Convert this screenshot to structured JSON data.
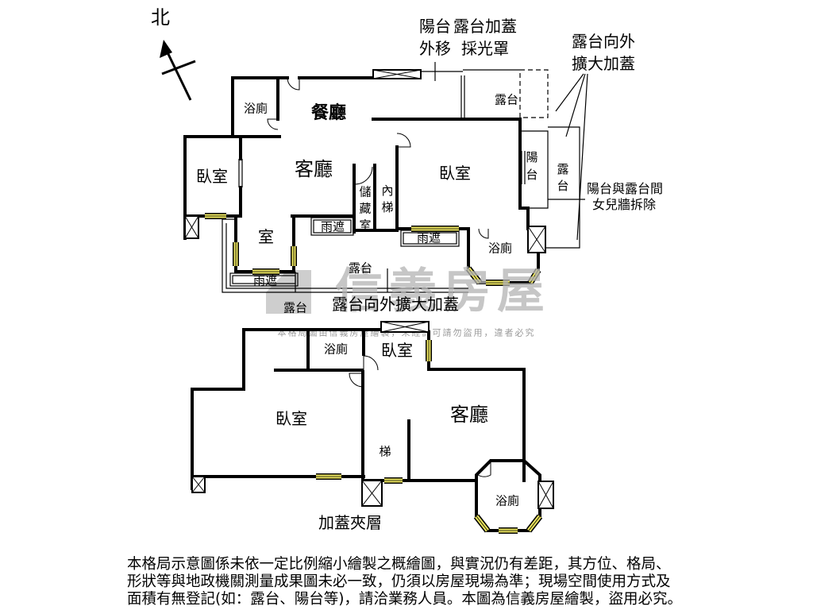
{
  "north": "北",
  "callouts": {
    "balcony_moved": [
      "陽台",
      "外移"
    ],
    "terrace_skylight": [
      "露台加蓋",
      "採光罩"
    ],
    "terrace_extended": [
      "露台向外",
      "擴大加蓋"
    ],
    "parapet_removed": [
      "陽台與露台間",
      "女兒牆拆除"
    ]
  },
  "upper_floor": {
    "bathroom_nw": "浴廁",
    "dining": "餐廳",
    "terrace_top": "露台",
    "balcony_east": "陽台",
    "terrace_east": "露台",
    "bedroom_west": "臥室",
    "living": "客廳",
    "storage": "儲藏室",
    "inner_stairs": "內梯",
    "bedroom_east": "臥室",
    "canopy_1": "雨遮",
    "canopy_2": "雨遮",
    "room_sw": "室",
    "bathroom_se": "浴廁",
    "terrace_south": "露台",
    "canopy_3": "雨遮",
    "terrace_sw": "露台",
    "terrace_extended_note": "露台向外擴大加蓋"
  },
  "lower_floor": {
    "bathroom_n": "浴廁",
    "bedroom_n": "臥室",
    "bedroom_w": "臥室",
    "living": "客廳",
    "stairs": "梯",
    "bathroom_se": "浴廁",
    "caption": "加蓋夾層"
  },
  "watermark": {
    "brand": "信義房屋",
    "notice": "本格局圖由信義房屋繪製，未經許可請勿盜用，違者必究"
  },
  "disclaimer": [
    "本格局示意圖係未依一定比例縮小繪製之概繪圖，與實況仍有差距，其方位、格局、",
    "形狀等與地政機關測量成果圖未必一致，仍須以房屋現場為準；現場空間使用方式及",
    "面積有無登記(如：露台、陽台等)，請洽業務人員。本圖為信義房屋繪製，盜用必究。"
  ],
  "colors": {
    "wall": "#000000",
    "window": "#e8e15c",
    "watermark": "#b4b4b4"
  }
}
